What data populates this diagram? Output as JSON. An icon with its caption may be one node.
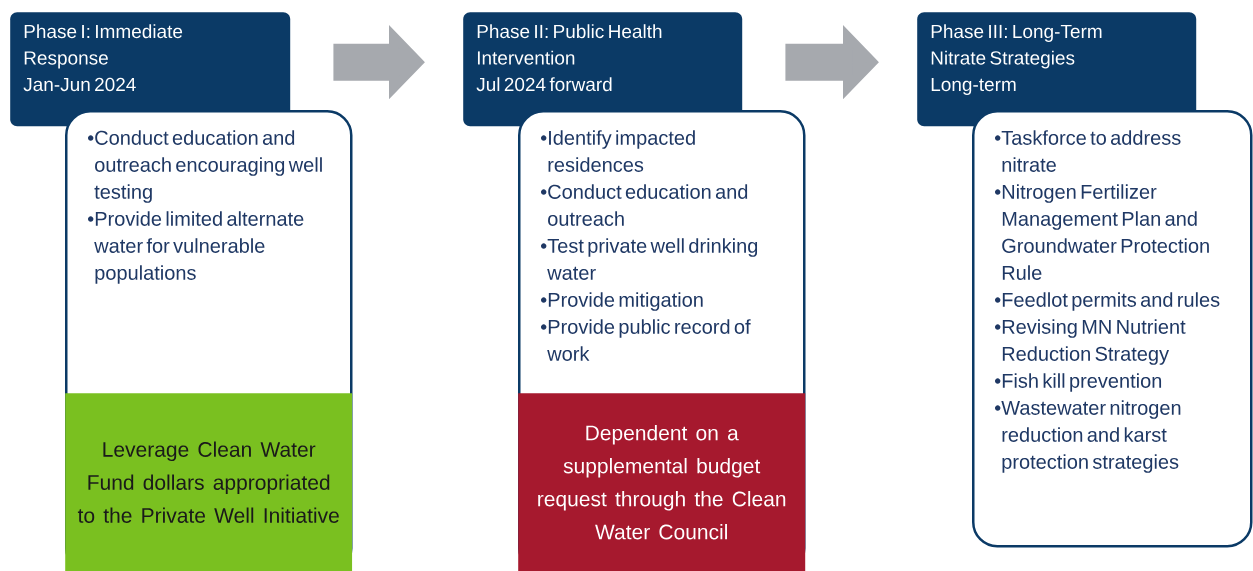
{
  "diagram": {
    "nodes": [
      {
        "text": [
          "Phase I: Immediate Response",
          "Jan-Jun 2024"
        ]
      },
      {
        "text": [
          "•Conduct education and outreach encouraging well testing",
          "•Provide limited alternate water for vulnerable populations"
        ]
      },
      {
        "text": [
          "Leverage Clean Water Fund dollars appropriated to the Private Well Initiative"
        ],
        "in": 1
      },
      {
        "text": [
          "Phase II: Public Health Intervention",
          "Jul 2024 forward"
        ]
      },
      {
        "text": [
          "•Identify impacted residences",
          "•Conduct education and outreach",
          "•Test private well drinking water",
          "•Provide mitigation",
          "•Provide public record of work"
        ]
      },
      {
        "text": [
          "Dependent on a supplemental budget request through the Clean Water Council"
        ],
        "in": 4
      },
      {
        "text": [
          "Phase III: Long-Term Nitrate Strategies",
          "Long-term"
        ]
      },
      {
        "text": [
          "•Taskforce to address nitrate",
          "•Nitrogen Fertilizer Management Plan and Groundwater Protection Rule",
          "•Feedlot permits and rules",
          "•Revising MN Nutrient Reduction Strategy",
          "•Fish kill prevention",
          "•Wastewater nitrogen reduction and karst protection strategies"
        ]
      }
    ],
    "edges": [
      {
        "from": 0,
        "to": 3,
        "arrow": "to"
      },
      {
        "from": 3,
        "to": 6,
        "arrow": "to"
      }
    ]
  }
}
